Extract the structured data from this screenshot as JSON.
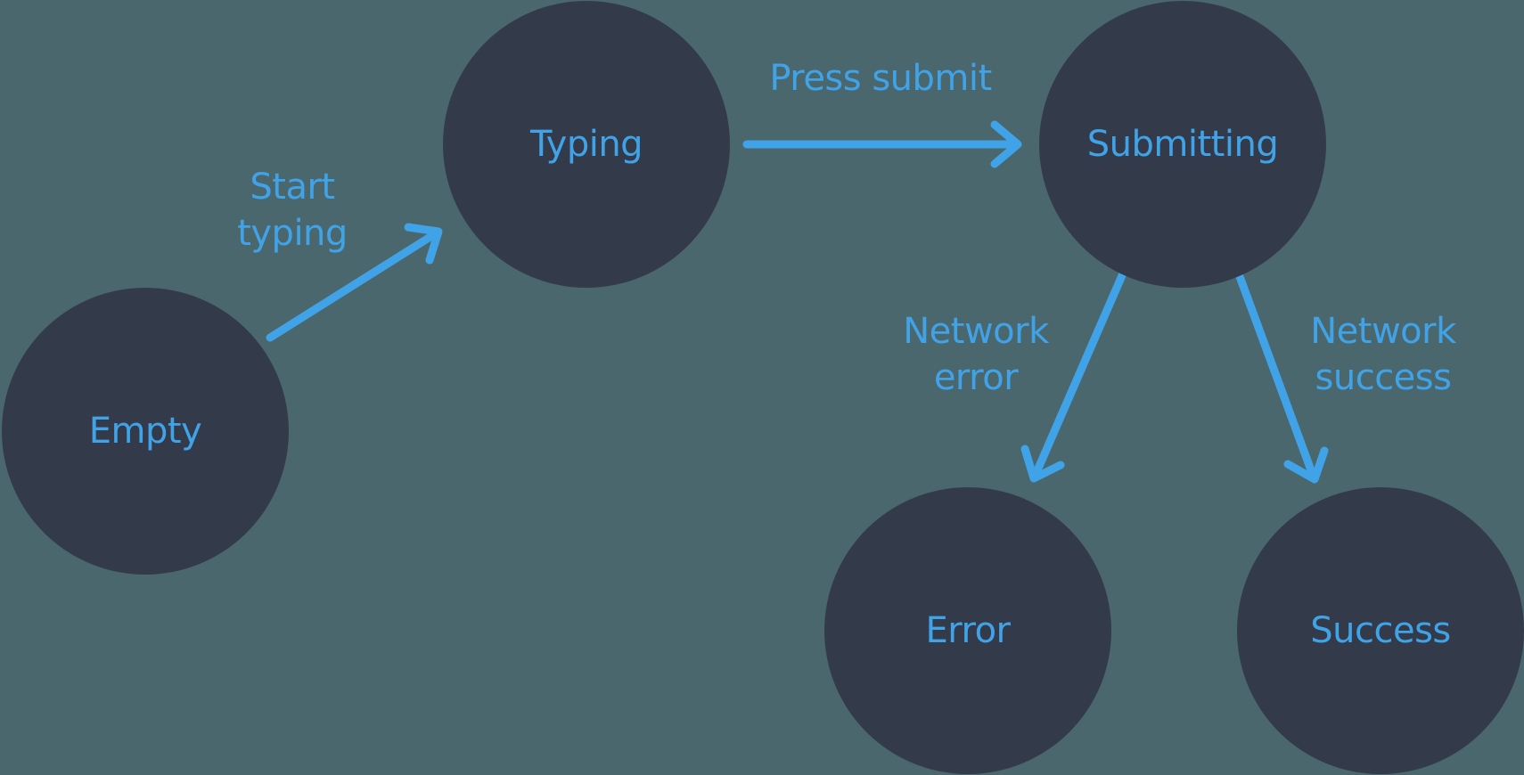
{
  "diagram": {
    "type": "state-machine",
    "colors": {
      "background": "#4b676e",
      "node_fill": "#333b4a",
      "accent_blue": "#40a3e8"
    },
    "nodes": [
      {
        "id": "empty",
        "label": "Empty"
      },
      {
        "id": "typing",
        "label": "Typing"
      },
      {
        "id": "submitting",
        "label": "Submitting"
      },
      {
        "id": "error",
        "label": "Error"
      },
      {
        "id": "success",
        "label": "Success"
      }
    ],
    "edges": [
      {
        "id": "start-typing",
        "from": "Empty",
        "to": "Typing",
        "label": "Start typing",
        "label_lines": [
          "Start",
          "typing"
        ]
      },
      {
        "id": "press-submit",
        "from": "Typing",
        "to": "Submitting",
        "label": "Press submit",
        "label_lines": [
          "Press submit"
        ]
      },
      {
        "id": "network-error",
        "from": "Submitting",
        "to": "Error",
        "label": "Network error",
        "label_lines": [
          "Network",
          "error"
        ]
      },
      {
        "id": "network-success",
        "from": "Submitting",
        "to": "Success",
        "label": "Network success",
        "label_lines": [
          "Network",
          "success"
        ]
      }
    ]
  }
}
